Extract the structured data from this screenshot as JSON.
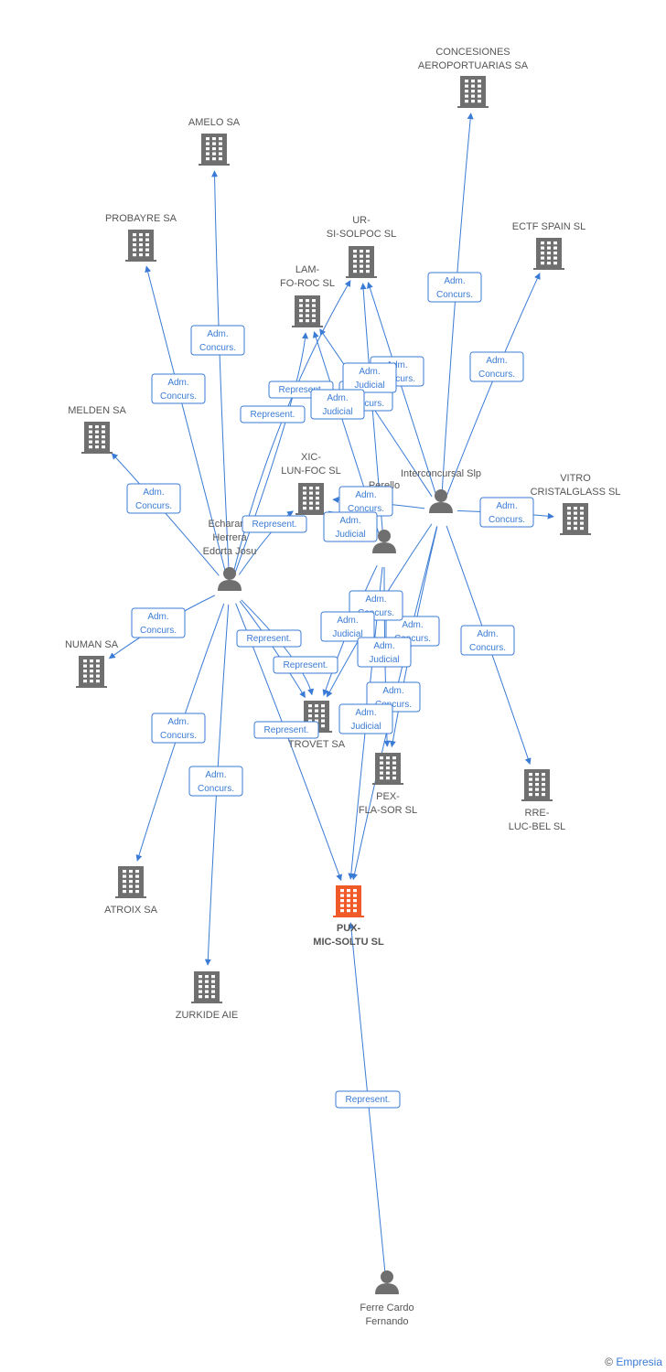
{
  "colors": {
    "edge": "#3a7bd5",
    "company": "#6f6f6f",
    "main": "#f05a28",
    "person": "#6f6f6f",
    "label": "#555555"
  },
  "nodes": {
    "concesiones": {
      "lines": [
        "CONCESIONES",
        "AEROPORTUARIAS SA"
      ],
      "kind": "company"
    },
    "amelo": {
      "lines": [
        "AMELO SA"
      ],
      "kind": "company"
    },
    "probayre": {
      "lines": [
        "PROBAYRE SA"
      ],
      "kind": "company"
    },
    "ur_si": {
      "lines": [
        "UR-",
        "SI-SOLPOC SL"
      ],
      "kind": "company"
    },
    "ectf": {
      "lines": [
        "ECTF SPAIN SL"
      ],
      "kind": "company"
    },
    "lam_fo": {
      "lines": [
        "LAM-",
        "FO-ROC SL"
      ],
      "kind": "company"
    },
    "melden": {
      "lines": [
        "MELDEN SA"
      ],
      "kind": "company"
    },
    "xic_lun": {
      "lines": [
        "XIC-",
        "LUN-FOC SL"
      ],
      "kind": "company"
    },
    "vitro": {
      "lines": [
        "VITRO",
        "CRISTALGLASS SL"
      ],
      "kind": "company"
    },
    "interconcursal": {
      "lines": [
        "Interconcursal Slp"
      ],
      "kind": "person"
    },
    "perello": {
      "lines": [
        "Perello",
        "z",
        "r"
      ],
      "kind": "person"
    },
    "echarand": {
      "lines": [
        "Echarand",
        "Herrera",
        "Edorta Josu"
      ],
      "kind": "person"
    },
    "numan": {
      "lines": [
        "NUMAN SA"
      ],
      "kind": "company"
    },
    "trovet": {
      "lines": [
        "TROVET SA"
      ],
      "kind": "company"
    },
    "pex_fla": {
      "lines": [
        "PEX-",
        "FLA-SOR SL"
      ],
      "kind": "company"
    },
    "rre_luc": {
      "lines": [
        "RRE-",
        "LUC-BEL SL"
      ],
      "kind": "company"
    },
    "atroix": {
      "lines": [
        "ATROIX SA"
      ],
      "kind": "company"
    },
    "pux": {
      "lines": [
        "PUX-",
        "MIC-SOLTU SL"
      ],
      "kind": "main"
    },
    "zurkide": {
      "lines": [
        "ZURKIDE AIE"
      ],
      "kind": "company"
    },
    "ferre": {
      "lines": [
        "Ferre Cardo",
        "Fernando"
      ],
      "kind": "person"
    }
  },
  "edges": [
    {
      "from": "echarand",
      "to": "amelo",
      "label": [
        "Adm.",
        "Concurs."
      ]
    },
    {
      "from": "echarand",
      "to": "probayre",
      "label": [
        "Adm.",
        "Concurs."
      ]
    },
    {
      "from": "echarand",
      "to": "melden",
      "label": [
        "Adm.",
        "Concurs."
      ]
    },
    {
      "from": "echarand",
      "to": "numan",
      "label": [
        "Adm.",
        "Concurs."
      ]
    },
    {
      "from": "echarand",
      "to": "atroix",
      "label": [
        "Adm.",
        "Concurs."
      ]
    },
    {
      "from": "echarand",
      "to": "zurkide",
      "label": [
        "Adm.",
        "Concurs."
      ]
    },
    {
      "from": "echarand",
      "to": "lam_fo",
      "label": [
        "Represent."
      ]
    },
    {
      "from": "echarand",
      "to": "ur_si",
      "label": [
        "Represent."
      ]
    },
    {
      "from": "echarand",
      "to": "xic_lun",
      "label": [
        "Represent."
      ]
    },
    {
      "from": "echarand",
      "to": "trovet",
      "label": [
        "Represent."
      ]
    },
    {
      "from": "echarand",
      "to": "trovet",
      "label": [
        "Represent."
      ]
    },
    {
      "from": "echarand",
      "to": "pux",
      "label": [
        "Represent."
      ]
    },
    {
      "from": "interconcursal",
      "to": "concesiones",
      "label": [
        "Adm.",
        "Concurs."
      ]
    },
    {
      "from": "interconcursal",
      "to": "ectf",
      "label": [
        "Adm.",
        "Concurs."
      ]
    },
    {
      "from": "interconcursal",
      "to": "vitro",
      "label": [
        "Adm.",
        "Concurs."
      ]
    },
    {
      "from": "interconcursal",
      "to": "rre_luc",
      "label": [
        "Adm.",
        "Concurs."
      ]
    },
    {
      "from": "interconcursal",
      "to": "ur_si",
      "label": [
        "Adm.",
        "Concurs."
      ]
    },
    {
      "from": "interconcursal",
      "to": "lam_fo",
      "label": [
        "Adm.",
        "Concurs."
      ]
    },
    {
      "from": "interconcursal",
      "to": "xic_lun",
      "label": [
        "Adm.",
        "Concurs."
      ]
    },
    {
      "from": "interconcursal",
      "to": "pex_fla",
      "label": [
        "Adm.",
        "Concurs."
      ]
    },
    {
      "from": "interconcursal",
      "to": "pux",
      "label": [
        "Adm.",
        "Concurs."
      ]
    },
    {
      "from": "interconcursal",
      "to": "trovet",
      "label": [
        "Adm.",
        "Concurs."
      ]
    },
    {
      "from": "perello",
      "to": "ur_si",
      "label": [
        "Adm.",
        "Judicial"
      ]
    },
    {
      "from": "perello",
      "to": "lam_fo",
      "label": [
        "Adm.",
        "Judicial"
      ]
    },
    {
      "from": "perello",
      "to": "xic_lun",
      "label": [
        "Adm.",
        "Judicial"
      ]
    },
    {
      "from": "perello",
      "to": "trovet",
      "label": [
        "Adm.",
        "Judicial"
      ]
    },
    {
      "from": "perello",
      "to": "pex_fla",
      "label": [
        "Adm.",
        "Judicial"
      ]
    },
    {
      "from": "perello",
      "to": "pux",
      "label": [
        "Adm.",
        "Judicial"
      ]
    },
    {
      "from": "ferre",
      "to": "pux",
      "label": [
        "Represent."
      ]
    }
  ],
  "brand": {
    "copyright": "©",
    "name": "Empresia"
  }
}
